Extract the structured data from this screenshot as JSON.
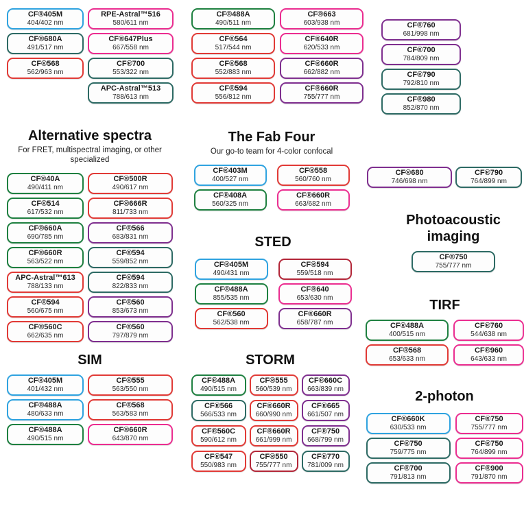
{
  "palette": {
    "blue": "#2fa3e0",
    "teal": "#2d6a64",
    "green": "#1e8040",
    "red": "#e13a36",
    "darkred": "#b32638",
    "pink": "#eb2d90",
    "purple": "#7f2f8f"
  },
  "sections": {
    "top_col1": {
      "pills": [
        {
          "name": "CF®405M",
          "ex_em": "404/402 nm",
          "color": "blue"
        },
        {
          "name": "CF®680A",
          "ex_em": "491/517 nm",
          "color": "teal"
        },
        {
          "name": "CF®568",
          "ex_em": "562/963 nm",
          "color": "red"
        }
      ]
    },
    "top_col2": {
      "pills": [
        {
          "name": "RPE-Astral™516",
          "ex_em": "580/611 nm",
          "color": "pink"
        },
        {
          "name": "CF®647Plus",
          "ex_em": "667/558 nm",
          "color": "pink"
        },
        {
          "name": "CF®700",
          "ex_em": "553/322 nm",
          "color": "teal"
        },
        {
          "name": "APC-Astral™513",
          "ex_em": "788/613 nm",
          "color": "teal"
        }
      ]
    },
    "top_col3": {
      "pills": [
        {
          "name": "CF®488A",
          "ex_em": "490/511 nm",
          "color": "green"
        },
        {
          "name": "CF®564",
          "ex_em": "517/544 nm",
          "color": "red"
        },
        {
          "name": "CF®568",
          "ex_em": "552/883 nm",
          "color": "red"
        },
        {
          "name": "CF®594",
          "ex_em": "556/812 nm",
          "color": "red"
        }
      ]
    },
    "top_col4": {
      "pills": [
        {
          "name": "CF®663",
          "ex_em": "603/938 nm",
          "color": "pink"
        },
        {
          "name": "CF®640R",
          "ex_em": "620/533 nm",
          "color": "pink"
        },
        {
          "name": "CF®660R",
          "ex_em": "662/882 nm",
          "color": "purple"
        },
        {
          "name": "CF®660R",
          "ex_em": "755/777 nm",
          "color": "purple"
        }
      ]
    },
    "top_col5": {
      "pills": [
        {
          "name": "CF®760",
          "ex_em": "681/998 nm",
          "color": "purple"
        },
        {
          "name": "CF®700",
          "ex_em": "784/809 nm",
          "color": "purple"
        },
        {
          "name": "CF®790",
          "ex_em": "792/810 nm",
          "color": "teal"
        },
        {
          "name": "CF®980",
          "ex_em": "852/870 nm",
          "color": "teal"
        }
      ]
    },
    "alt_spectra": {
      "title": "Alternative spectra",
      "subtitle": "For FRET, multispectral imaging, or other specialized",
      "pills": [
        {
          "name": "CF®40A",
          "ex_em": "490/411 nm",
          "color": "green"
        },
        {
          "name": "CF®500R",
          "ex_em": "490/617 nm",
          "color": "red"
        },
        {
          "name": "CF®514",
          "ex_em": "617/532 nm",
          "color": "green"
        },
        {
          "name": "CF®666R",
          "ex_em": "811/733 nm",
          "color": "red"
        },
        {
          "name": "CF®660A",
          "ex_em": "690/785 nm",
          "color": "green"
        },
        {
          "name": "CF®566",
          "ex_em": "683/831 nm",
          "color": "purple"
        },
        {
          "name": "CF®660R",
          "ex_em": "563/522 nm",
          "color": "green"
        },
        {
          "name": "CF®594",
          "ex_em": "559/852 nm",
          "color": "teal"
        },
        {
          "name": "APC-Astral™613",
          "ex_em": "788/133 nm",
          "color": "red"
        },
        {
          "name": "CF®594",
          "ex_em": "822/833 nm",
          "color": "teal"
        },
        {
          "name": "CF®594",
          "ex_em": "560/675 nm",
          "color": "red"
        },
        {
          "name": "CF®560",
          "ex_em": "853/673 nm",
          "color": "purple"
        },
        {
          "name": "CF®560C",
          "ex_em": "662/635 nm",
          "color": "red"
        },
        {
          "name": "CF®560",
          "ex_em": "797/879 nm",
          "color": "purple"
        }
      ]
    },
    "fab_four": {
      "title": "The Fab Four",
      "subtitle": "Our go-to team for 4-color confocal",
      "pills": [
        {
          "name": "CF®403M",
          "ex_em": "400/527 nm",
          "color": "blue"
        },
        {
          "name": "CF®558",
          "ex_em": "560/760 nm",
          "color": "red"
        },
        {
          "name": "CF®408A",
          "ex_em": "560/325 nm",
          "color": "green"
        },
        {
          "name": "CF®660R",
          "ex_em": "663/682 nm",
          "color": "pink"
        }
      ]
    },
    "sted": {
      "title": "STED",
      "pills": [
        {
          "name": "CF®405M",
          "ex_em": "490/431 nm",
          "color": "blue"
        },
        {
          "name": "CF®594",
          "ex_em": "559/518 nm",
          "color": "darkred"
        },
        {
          "name": "CF®488A",
          "ex_em": "855/535 nm",
          "color": "green"
        },
        {
          "name": "CF®640",
          "ex_em": "653/630 nm",
          "color": "pink"
        },
        {
          "name": "CF®560",
          "ex_em": "562/538 nm",
          "color": "red"
        },
        {
          "name": "CF®660R",
          "ex_em": "658/787 nm",
          "color": "purple"
        }
      ]
    },
    "mid_right": {
      "pills": [
        {
          "name": "CF®680",
          "ex_em": "746/698 nm",
          "color": "purple"
        },
        {
          "name": "CF®790",
          "ex_em": "764/899 nm",
          "color": "teal"
        }
      ]
    },
    "photoacoustic": {
      "title": "Photoacoustic imaging",
      "pills": [
        {
          "name": "CF®750",
          "ex_em": "755/777 nm",
          "color": "teal"
        }
      ]
    },
    "tirf": {
      "title": "TIRF",
      "pills": [
        {
          "name": "CF®488A",
          "ex_em": "400/515 nm",
          "color": "green"
        },
        {
          "name": "CF®760",
          "ex_em": "544/638 nm",
          "color": "pink"
        },
        {
          "name": "CF®568",
          "ex_em": "653/633 nm",
          "color": "red"
        },
        {
          "name": "CF®960",
          "ex_em": "643/633 nm",
          "color": "pink"
        }
      ]
    },
    "sim": {
      "title": "SIM",
      "pills": [
        {
          "name": "CF®405M",
          "ex_em": "401/432 nm",
          "color": "blue"
        },
        {
          "name": "CF®555",
          "ex_em": "563/550 nm",
          "color": "red"
        },
        {
          "name": "CF®488A",
          "ex_em": "480/633 nm",
          "color": "blue"
        },
        {
          "name": "CF®568",
          "ex_em": "563/583 nm",
          "color": "red"
        },
        {
          "name": "CF®488A",
          "ex_em": "490/515 nm",
          "color": "green"
        },
        {
          "name": "CF®660R",
          "ex_em": "643/870 nm",
          "color": "pink"
        }
      ]
    },
    "storm": {
      "title": "STORM",
      "pills": [
        {
          "name": "CF®488A",
          "ex_em": "490/515 nm",
          "color": "green"
        },
        {
          "name": "CF®555",
          "ex_em": "560/539 nm",
          "color": "red"
        },
        {
          "name": "CF®660C",
          "ex_em": "663/839 nm",
          "color": "purple"
        },
        {
          "name": "CF®566",
          "ex_em": "566/533 nm",
          "color": "teal"
        },
        {
          "name": "CF®660R",
          "ex_em": "660/990 nm",
          "color": "red"
        },
        {
          "name": "CF®665",
          "ex_em": "661/507 nm",
          "color": "purple"
        },
        {
          "name": "CF®560C",
          "ex_em": "590/612 nm",
          "color": "red"
        },
        {
          "name": "CF®660R",
          "ex_em": "661/999 nm",
          "color": "red"
        },
        {
          "name": "CF®750",
          "ex_em": "668/799 nm",
          "color": "purple"
        },
        {
          "name": "CF®547",
          "ex_em": "550/983 nm",
          "color": "red"
        },
        {
          "name": "CF®550",
          "ex_em": "755/777 nm",
          "color": "darkred"
        },
        {
          "name": "CF®770",
          "ex_em": "781/009 nm",
          "color": "teal"
        }
      ]
    },
    "two_photon": {
      "title": "2-photon",
      "pills": [
        {
          "name": "CF®660K",
          "ex_em": "630/533 nm",
          "color": "blue"
        },
        {
          "name": "CF®750",
          "ex_em": "755/777 nm",
          "color": "pink"
        },
        {
          "name": "CF®750",
          "ex_em": "759/775 nm",
          "color": "teal"
        },
        {
          "name": "CF®750",
          "ex_em": "764/899 nm",
          "color": "pink"
        },
        {
          "name": "CF®700",
          "ex_em": "791/813 nm",
          "color": "teal"
        },
        {
          "name": "CF®900",
          "ex_em": "791/870 nm",
          "color": "pink"
        }
      ]
    }
  }
}
